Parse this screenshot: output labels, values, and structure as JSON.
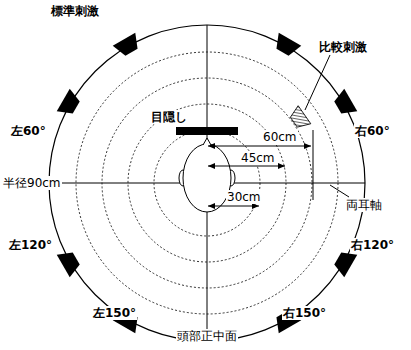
{
  "diagram": {
    "labels": [
      "標準刺激",
      "比較刺激",
      "目隠し",
      "60cm",
      "45cm",
      "30cm",
      "左60°",
      "右60°",
      "半径90cm",
      "両耳軸",
      "左120°",
      "右120°",
      "左150°",
      "頭部正中面",
      "右150°"
    ]
  }
}
